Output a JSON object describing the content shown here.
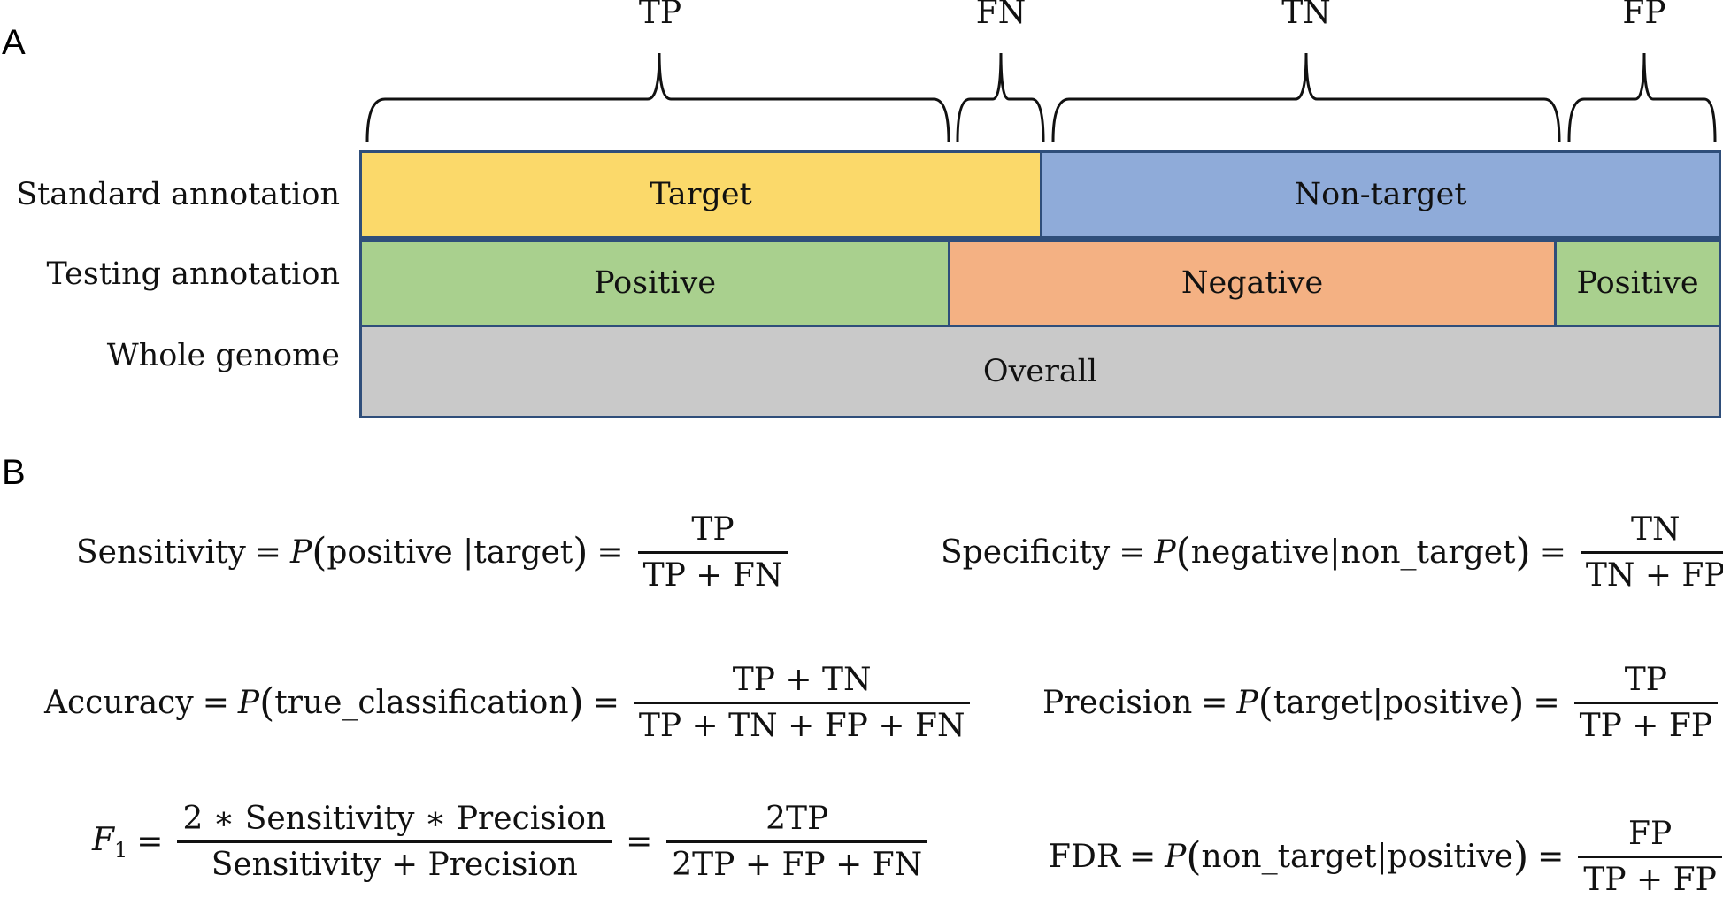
{
  "panels": {
    "a": "A",
    "b": "B"
  },
  "braces": [
    "TP",
    "FN",
    "TN",
    "FP"
  ],
  "rows": {
    "standard": {
      "label": "Standard annotation",
      "segments": [
        "Target",
        "Non-target"
      ]
    },
    "testing": {
      "label": "Testing annotation",
      "segments": [
        "Positive",
        "Negative",
        "Positive"
      ]
    },
    "whole": {
      "label": "Whole genome",
      "segments": [
        "Overall"
      ]
    }
  },
  "colors": {
    "target": "#fbd96a",
    "nontarget": "#8fabd9",
    "positive": "#a9d08e",
    "negative": "#f4b183",
    "overall": "#c9c9c9",
    "border": "#2f4e7a"
  },
  "equations": {
    "sensitivity": {
      "name": "Sensitivity",
      "P": "P",
      "arg": "positive |target",
      "num": "TP",
      "den": "TP + FN"
    },
    "specificity": {
      "name": "Specificity",
      "P": "P",
      "arg": "negative|non_target",
      "num": "TN",
      "den": "TN + FP"
    },
    "accuracy": {
      "name": "Accuracy",
      "P": "P",
      "arg": "true_classification",
      "num": "TP + TN",
      "den": "TP + TN + FP + FN"
    },
    "precision": {
      "name": "Precision",
      "P": "P",
      "arg": "target|positive ",
      "num": "TP",
      "den": "TP + FP"
    },
    "f1": {
      "name": "F",
      "sub": "1",
      "num1": "2 ∗ Sensitivity ∗ Precision",
      "den1": "Sensitivity + Precision",
      "num2": "2TP",
      "den2": "2TP + FP + FN"
    },
    "fdr": {
      "name": "FDR",
      "P": "P",
      "arg": "non_target|positive",
      "num": "FP",
      "den": "TP + FP"
    }
  },
  "symbols": {
    "eq": "=",
    "lp": "(",
    "rp": ")"
  }
}
